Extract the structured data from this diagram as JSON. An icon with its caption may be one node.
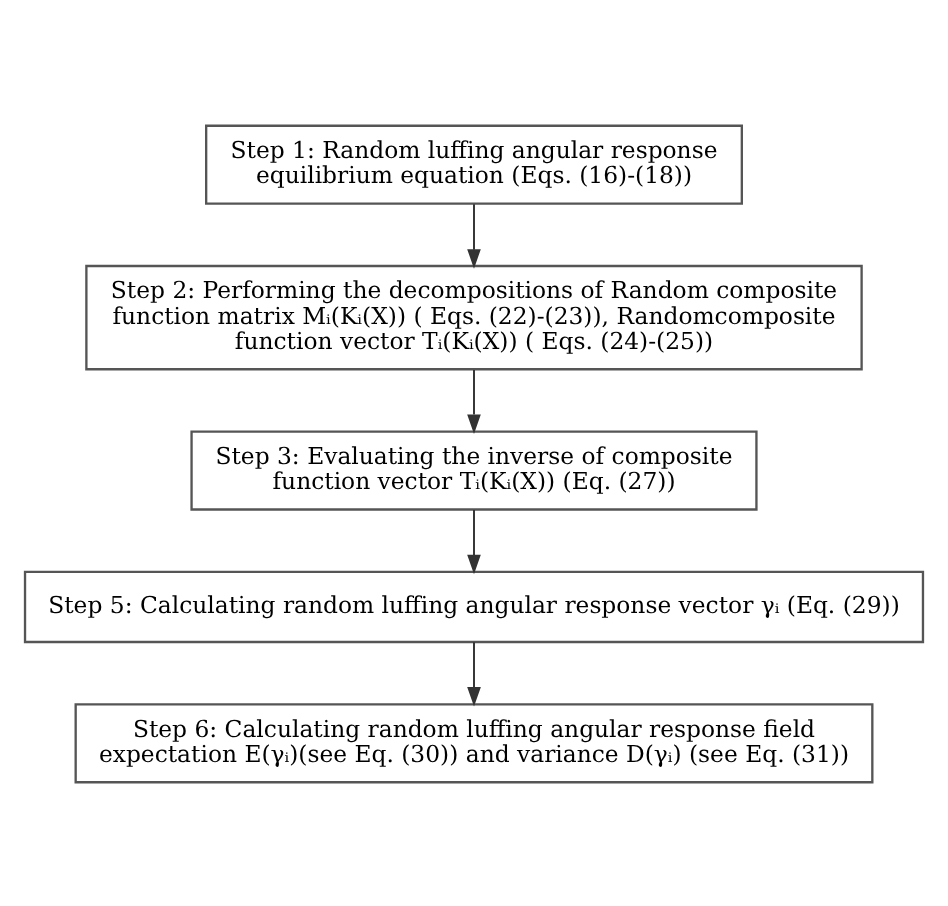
{
  "diagram": {
    "nodes": [
      {
        "text": [
          "Step 1: Random luffing angular response equilibrium equation (Eqs. (16)-(18))"
        ]
      },
      {
        "text": [
          "Step 2: Performing the decompositions of Random composite function matrix Mᵢ(Kᵢ(X)) ( Eqs. (22)-(23)), Randomcomposite function vector Tᵢ(Kᵢ(X)) ( Eqs. (24)-(25))"
        ]
      },
      {
        "text": [
          "Step 3: Evaluating the inverse of composite function vector Tᵢ(Kᵢ(X)) (Eq. (27))"
        ]
      },
      {
        "text": [
          "Step 5: Calculating random luffing angular response vector γᵢ (Eq. (29))"
        ]
      },
      {
        "text": [
          "Step 6: Calculating random luffing angular response field expectation E(γᵢ)(see Eq. (30)) and variance D(γᵢ) (see Eq. (31))"
        ]
      }
    ],
    "edges": [
      {
        "from": 0,
        "to": 1,
        "arrow": "to"
      },
      {
        "from": 1,
        "to": 2,
        "arrow": "to"
      },
      {
        "from": 2,
        "to": 3,
        "arrow": "to"
      },
      {
        "from": 3,
        "to": 4,
        "arrow": "to"
      }
    ]
  }
}
